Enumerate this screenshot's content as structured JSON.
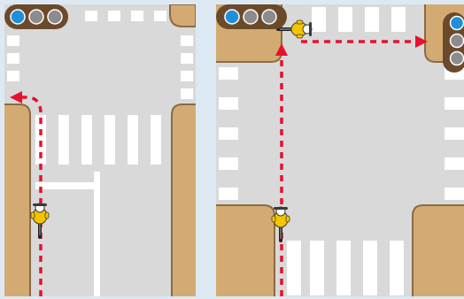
{
  "diagram": {
    "panels": [
      {
        "name": "left-intersection",
        "signal": {
          "lamps": [
            "blue",
            "off",
            "off"
          ],
          "orientation": "horizontal"
        },
        "route": [
          "straight-ahead",
          "turn-left"
        ],
        "cyclists": 1
      },
      {
        "name": "right-intersection",
        "signals": [
          {
            "lamps": [
              "blue",
              "off",
              "off"
            ],
            "orientation": "horizontal"
          },
          {
            "lamps": [
              "blue",
              "off",
              "off"
            ],
            "orientation": "vertical"
          }
        ],
        "route": [
          "straight-ahead",
          "turn-right"
        ],
        "cyclists": 2
      }
    ],
    "colors": {
      "background": "#dde9f2",
      "road": "#d9d9d9",
      "sidewalk": "#d3ab72",
      "curb": "#8a6a45",
      "marking": "#ffffff",
      "route_arrow": "#e8112d",
      "signal_blue": "#1e8fd8",
      "signal_housing": "#6b4a2b",
      "signal_off": "#8c8c8c",
      "cyclist_shirt": "#f5c400"
    }
  }
}
